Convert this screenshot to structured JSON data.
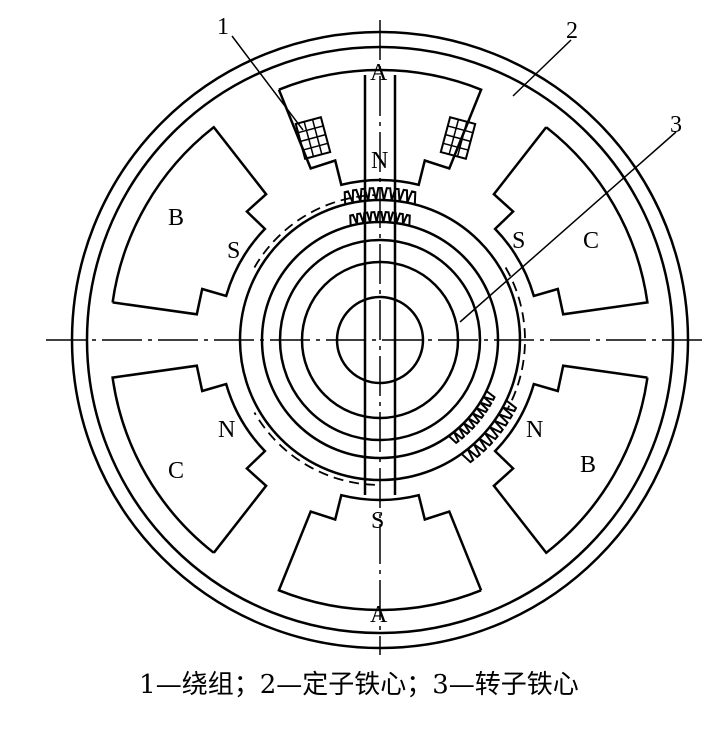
{
  "diagram": {
    "callouts": [
      {
        "id": "1",
        "text": "1"
      },
      {
        "id": "2",
        "text": "2"
      },
      {
        "id": "3",
        "text": "3"
      }
    ],
    "phase_labels": {
      "a_top": "A",
      "a_bottom": "A",
      "b_left": "B",
      "b_right": "B",
      "c_left": "C",
      "c_right": "C"
    },
    "pole_labels": {
      "n_top": "N",
      "s_bottom": "S",
      "s_left": "S",
      "s_right": "S",
      "n_left": "N",
      "n_right": "N"
    },
    "stroke_color": "#000000"
  },
  "caption": "1—绕组；2—定子铁心；3—转子铁心"
}
